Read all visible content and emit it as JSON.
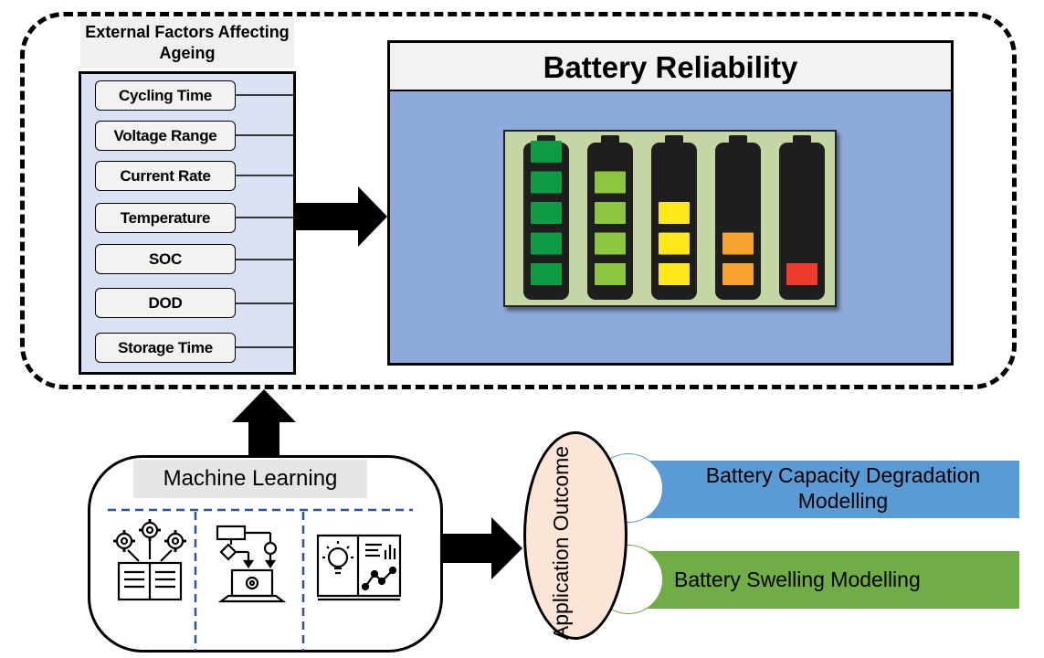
{
  "external_factors": {
    "title": "External Factors Affecting Ageing",
    "items": [
      "Cycling Time",
      "Voltage Range",
      "Current Rate",
      "Temperature",
      "SOC",
      "DOD",
      "Storage Time"
    ]
  },
  "reliability": {
    "title": "Battery Reliability",
    "batteries": [
      {
        "filled_cells": 5,
        "color": "#0f9a45"
      },
      {
        "filled_cells": 4,
        "color": "#8dc63f"
      },
      {
        "filled_cells": 3,
        "color": "#ffe81a"
      },
      {
        "filled_cells": 2,
        "color": "#f7a530"
      },
      {
        "filled_cells": 1,
        "color": "#ee3b2c"
      }
    ],
    "cells_per_battery": 5
  },
  "machine_learning": {
    "label": "Machine Learning",
    "icons": [
      "gears-book-icon",
      "workflow-laptop-icon",
      "idea-book-chart-icon"
    ]
  },
  "application_outcome": {
    "label": "Application Outcome",
    "outcomes": [
      {
        "label": "Battery Capacity Degradation Modelling",
        "color": "#5b9bd5"
      },
      {
        "label": "Battery Swelling Modelling",
        "color": "#70ad47"
      }
    ]
  },
  "colors": {
    "factors_panel": "#d9e1f2",
    "reliability_panel": "#8eaadb",
    "battery_background": "#c5d6a4",
    "outcome_oval": "#fbe5d6",
    "ml_divider": "#2e5597"
  }
}
